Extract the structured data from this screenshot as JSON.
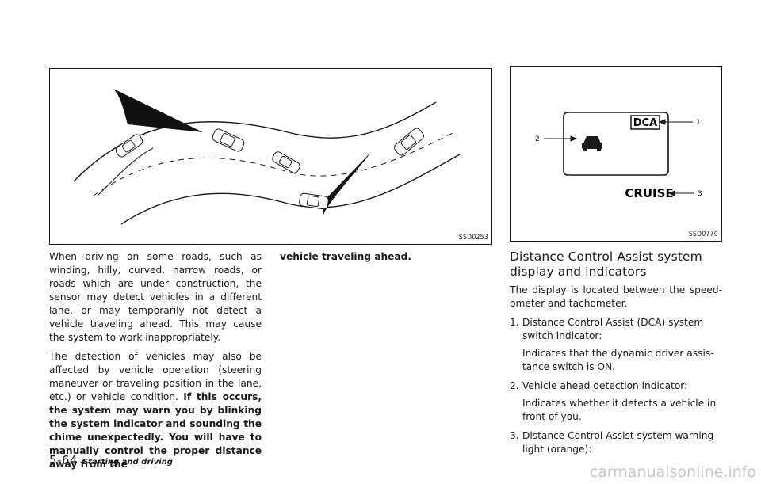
{
  "figures": {
    "road": {
      "code": "SSD0253"
    },
    "dash": {
      "code": "SSD0770",
      "dca_label": "DCA",
      "cruise_label": "CRUISE",
      "callouts": [
        "1",
        "2",
        "3"
      ]
    }
  },
  "left_column": {
    "p1": "When driving on some roads, such as winding, hilly, curved, narrow roads, or roads which are under construction, the sensor may detect vehicles in a different lane, or may temporarily not detect a vehicle traveling ahead. This may cause the system to work inappropriately.",
    "p2_normal": "The detection of vehicles may also be affected by vehicle operation (steering maneuver or traveling position in the lane, etc.) or vehicle condition. ",
    "p2_bold": "If this occurs, the system may warn you by blinking the system indicator and sounding the chime unexpectedly. You will have to manually control the proper distance away from the"
  },
  "middle_column": {
    "continuation": "vehicle traveling ahead."
  },
  "right_column": {
    "heading": "Distance Control Assist system display and indicators",
    "intro": "The display is located between the speed-ometer and tachometer.",
    "items": [
      {
        "num": "1.",
        "title": "Distance Control Assist (DCA) system switch indicator:",
        "desc": "Indicates that the dynamic driver assis-tance switch is ON."
      },
      {
        "num": "2.",
        "title": "Vehicle ahead detection indicator:",
        "desc": "Indicates whether it detects a vehicle in front of you."
      },
      {
        "num": "3.",
        "title": "Distance Control Assist system warning light (orange):",
        "desc": ""
      }
    ]
  },
  "footer": {
    "page": "5-64",
    "section": "Starting and driving"
  },
  "watermark": "carmanualsonline.info"
}
